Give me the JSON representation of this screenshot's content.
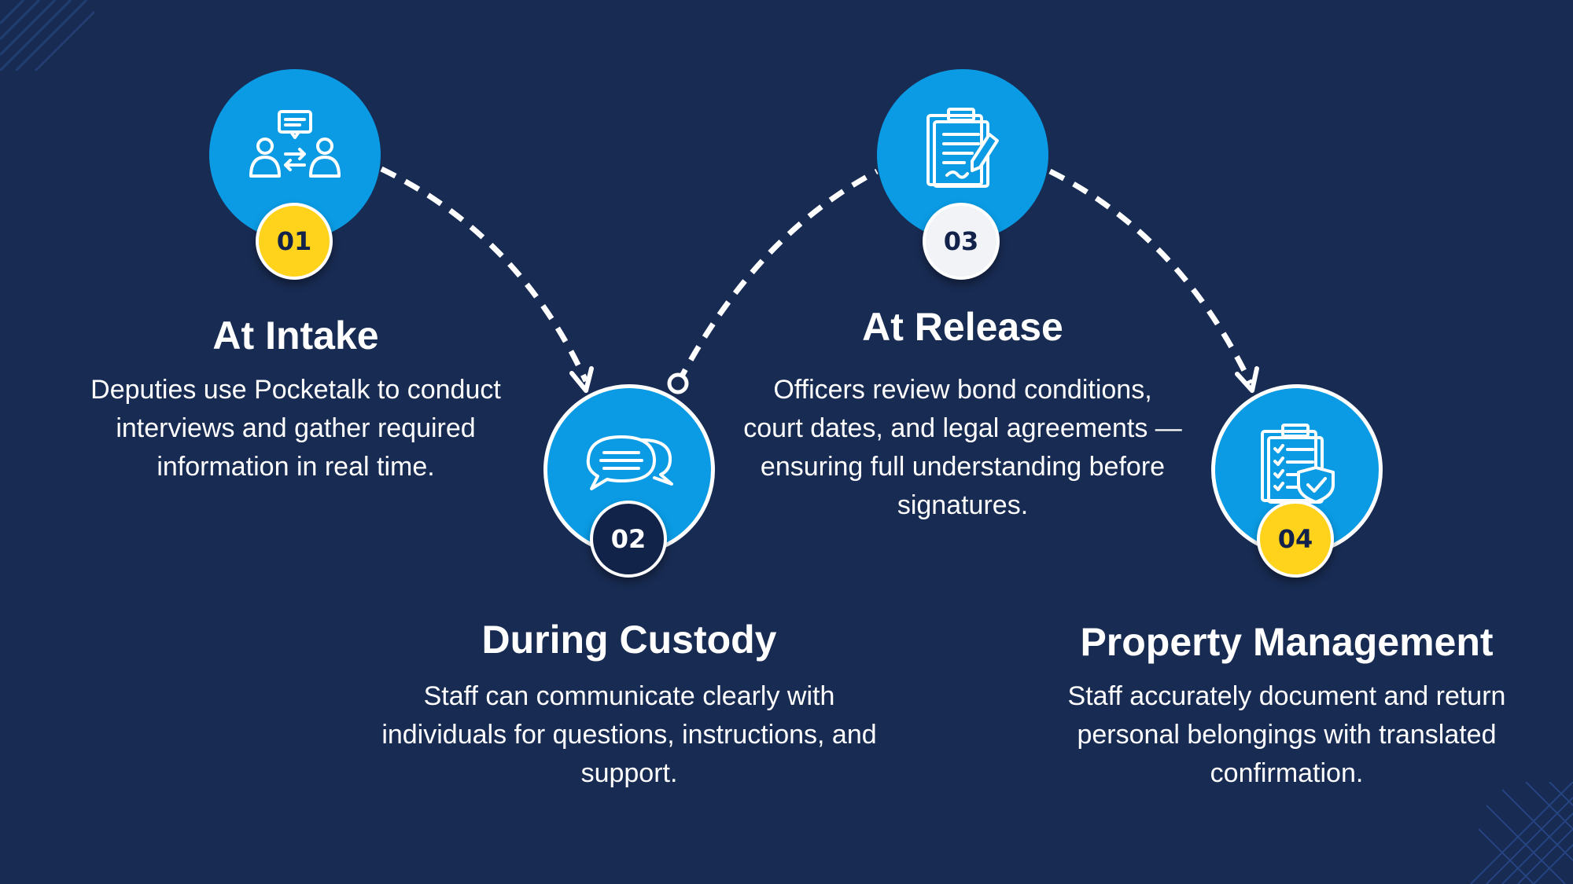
{
  "steps": [
    {
      "number": "01",
      "title": "At Intake",
      "description": "Deputies use Pocketalk to conduct interviews and gather required information in real time.",
      "icon": "people-conversation-icon"
    },
    {
      "number": "02",
      "title": "During Custody",
      "description": "Staff can communicate clearly with individuals for questions, instructions, and support.",
      "icon": "speech-bubbles-icon"
    },
    {
      "number": "03",
      "title": "At Release",
      "description": "Officers review bond conditions, court dates, and legal agreements —ensuring full understanding before signatures.",
      "icon": "signed-document-icon"
    },
    {
      "number": "04",
      "title": "Property Management",
      "description": "Staff accurately document and return personal belongings with translated confirmation.",
      "icon": "checklist-clipboard-icon"
    }
  ],
  "colors": {
    "background": "#182b52",
    "circle": "#0a9be4",
    "badge_yellow": "#ffd21c",
    "badge_navy": "#122349",
    "badge_light": "#f1f3f7",
    "text": "#ffffff"
  }
}
